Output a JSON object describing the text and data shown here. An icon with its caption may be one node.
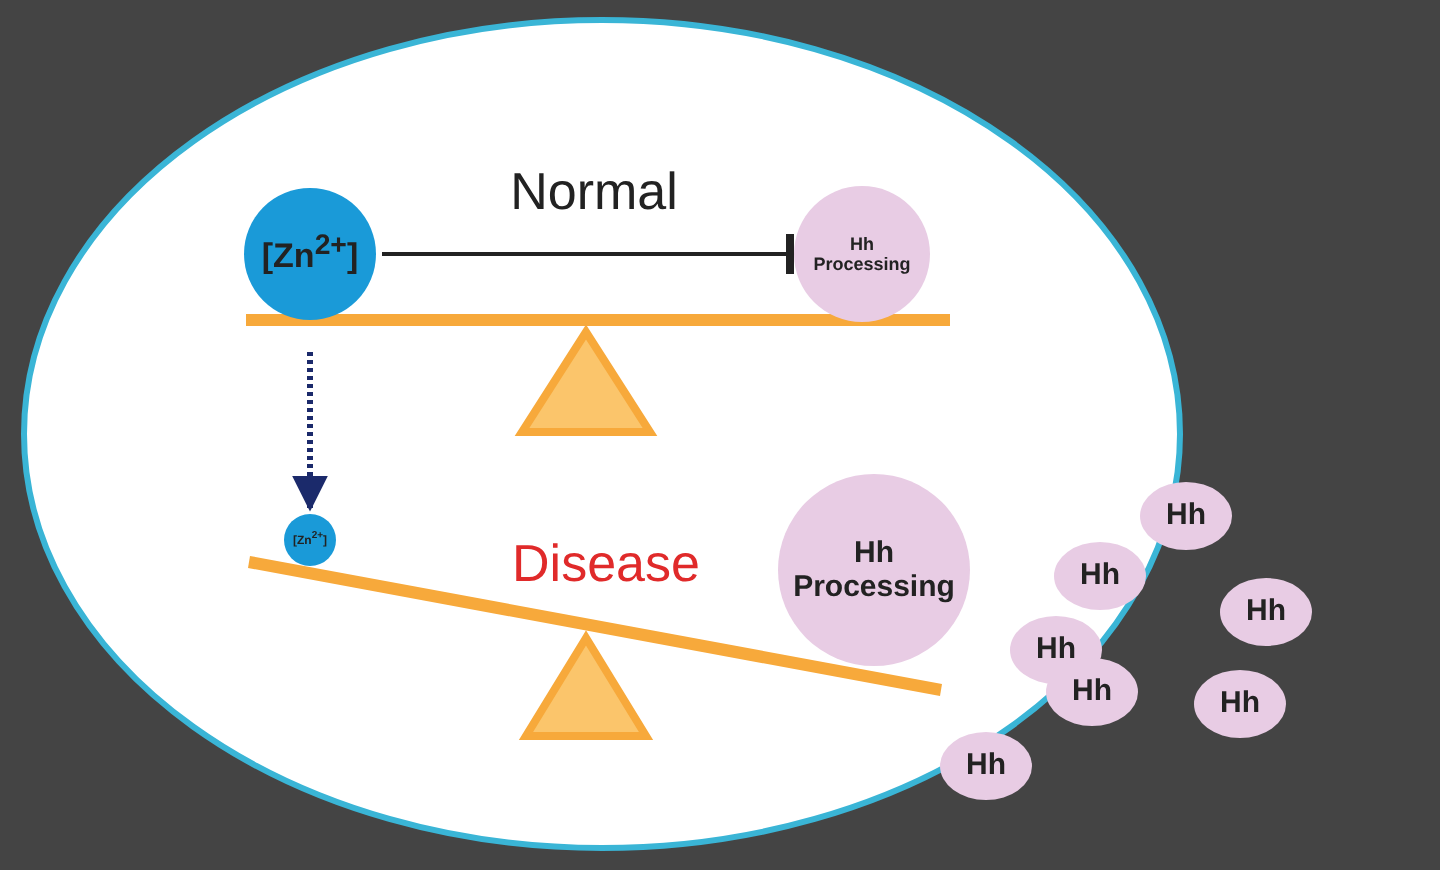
{
  "diagram": {
    "nodes": [
      {
        "text": [
          "[Zn$^{2+}$]"
        ]
      },
      {
        "text": [
          "Hh Processing"
        ]
      },
      {
        "text": [
          "[Zn$^{2+}$]"
        ]
      },
      {
        "text": [
          "Hh Processing"
        ]
      },
      {
        "text": [
          "Hh"
        ]
      },
      {
        "text": [
          "Hh"
        ]
      },
      {
        "text": [
          "Hh"
        ]
      },
      {
        "text": [
          "Hh"
        ]
      },
      {
        "text": [
          "Hh"
        ]
      },
      {
        "text": [
          "Hh"
        ]
      },
      {
        "text": [
          "Hh"
        ]
      }
    ],
    "edges": [
      {
        "from": 0,
        "to": 1,
        "arrow": "other"
      },
      {
        "from": 0,
        "to": 2,
        "arrow": "to",
        "style": "dashed",
        "color": "#1b2a6b"
      }
    ],
    "labels": [
      "Normal",
      "Disease"
    ]
  }
}
